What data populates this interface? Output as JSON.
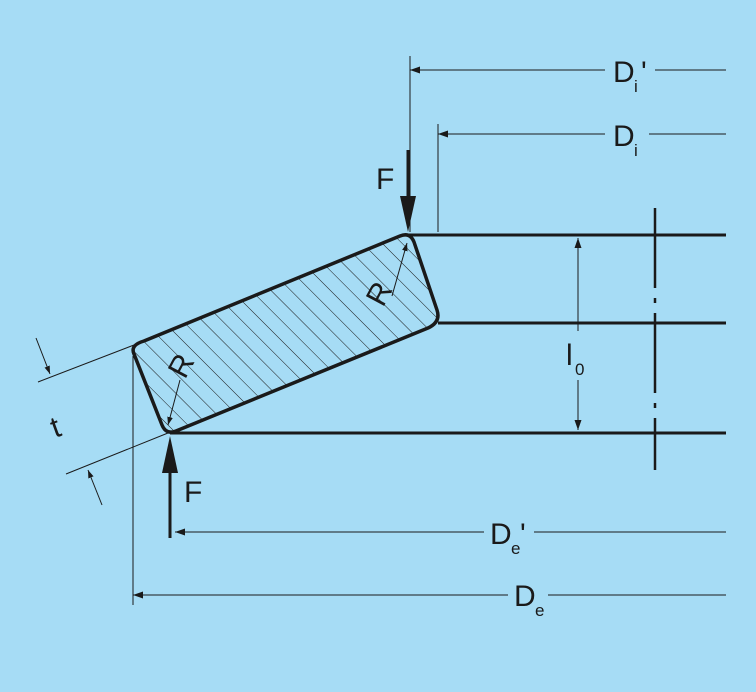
{
  "colors": {
    "background": "#a6dcf5",
    "line": "#1a1a1a"
  },
  "labels": {
    "di_prime": {
      "main": "D",
      "sub": "i",
      "prime": "'"
    },
    "di": {
      "main": "D",
      "sub": "i"
    },
    "de_prime": {
      "main": "D",
      "sub": "e",
      "prime": "'"
    },
    "de": {
      "main": "D",
      "sub": "e"
    },
    "force_top": "F",
    "force_bottom": "F",
    "radius_inner": "R",
    "radius_outer": "R",
    "height": {
      "main": "l",
      "sub": "0"
    },
    "thickness": "t"
  }
}
